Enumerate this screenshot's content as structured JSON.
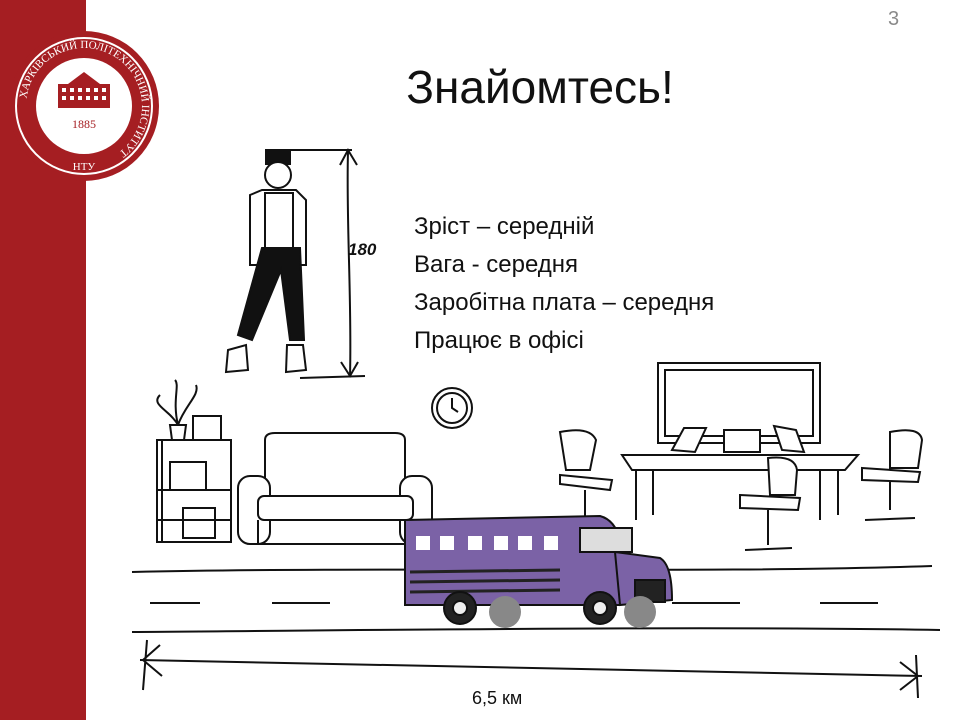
{
  "slide": {
    "page_number": "3",
    "title": "Знайомтесь!",
    "facts": [
      "Зріст – середній",
      "Вага - середня",
      "Заробітна плата – середня",
      "Працює в офісі"
    ],
    "height_label": "180",
    "distance_label": "6,5 км"
  },
  "logo": {
    "ring_text": "ХАРКІВСЬКИЙ ПОЛІТЕХНІЧНИЙ ІНСТИТУТ",
    "year": "1885",
    "abbr": "НТУ"
  },
  "colors": {
    "brand_red": "#a51e22",
    "bus_purple": "#7b62a6"
  }
}
